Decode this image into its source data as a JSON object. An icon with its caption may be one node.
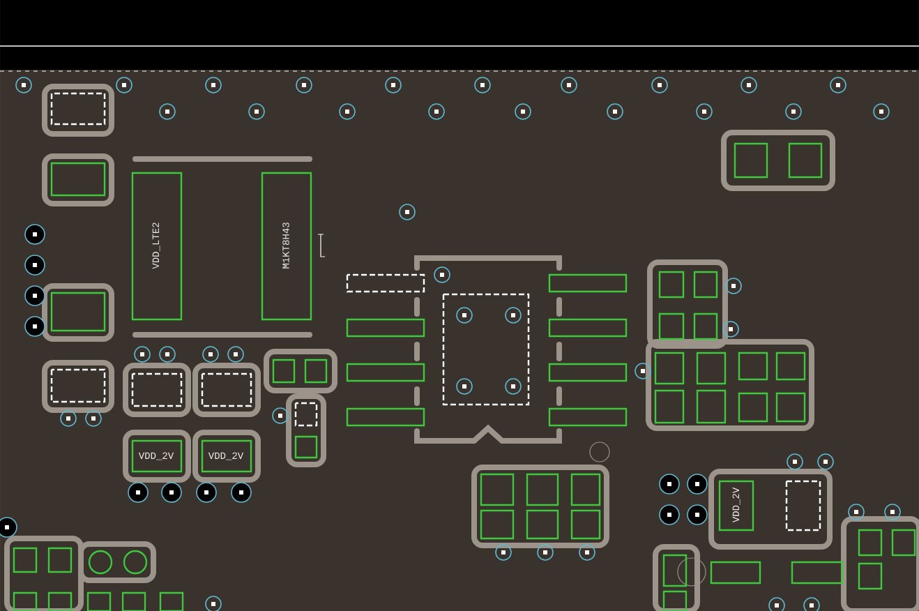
{
  "diagram": {
    "labels": [
      "VDD_LTE2",
      "M1KT8H43",
      "VDD_2V",
      "VDD_2V",
      "VDD_2V"
    ]
  }
}
